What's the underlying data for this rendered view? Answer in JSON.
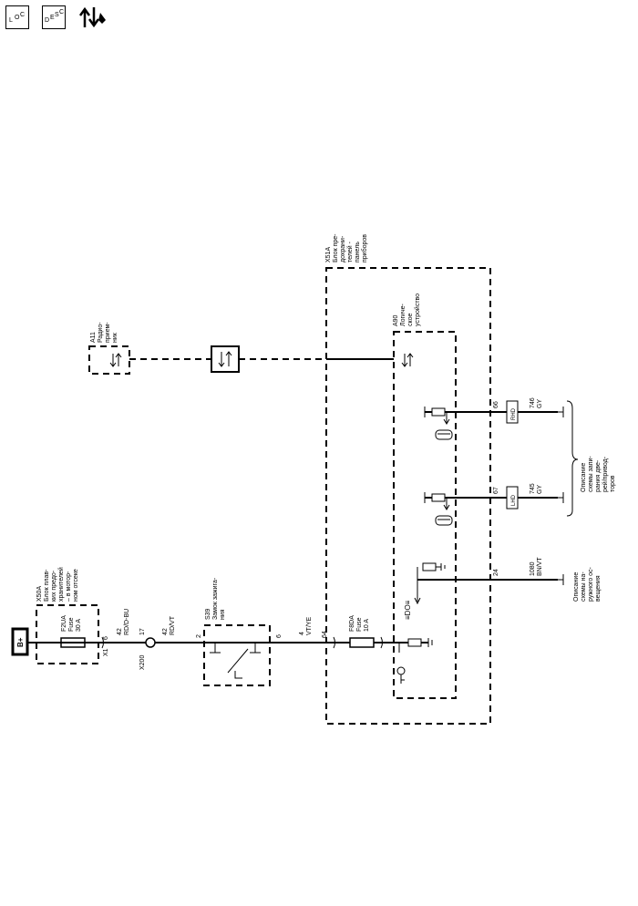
{
  "header": {
    "loc_icon": {
      "l": "L",
      "o": "O",
      "c": "C"
    },
    "desc_icon": {
      "d": "D",
      "e": "E",
      "s": "S",
      "c": "C"
    },
    "data_icon_name": "data-arrows-wrench-icon"
  },
  "components": {
    "bplus": "B+",
    "x50a": [
      "X50A",
      "Блок плав-",
      "ких предо-",
      "хранителей",
      "– в мотор-",
      "ном отсеке"
    ],
    "f2ua": [
      "F2UA",
      "Fuse",
      "30 A"
    ],
    "x1_pin": [
      "X1",
      "6"
    ],
    "a11": [
      "A11",
      "Радио-",
      "прием-",
      "ник"
    ],
    "s39": [
      "S39",
      "Замок зажига-",
      "ния"
    ],
    "s39_pin_in": "2",
    "s39_pin_out": "6",
    "x200": "X200",
    "x200_pin": "17",
    "x51a": [
      "X51A",
      "Блок пре-",
      "дохрани-",
      "телей -",
      "панель",
      "приборов"
    ],
    "a90": [
      "A90",
      "Логиче-",
      "ское",
      "устройство"
    ],
    "f8da": [
      "F8DA",
      "Fuse",
      "10 A"
    ],
    "x51a_pin": "64",
    "pin_66": "66",
    "pin_67": "67",
    "pin_24": "24",
    "rhd": "RHD",
    "lhd": "LHD",
    "door_lock_note": [
      "Описание",
      "схемы запи-",
      "рания две-",
      "рей/привод-",
      "торов"
    ],
    "exterior_light_note": [
      "Описание",
      "схемы на-",
      "ружного ос-",
      "вещения"
    ]
  },
  "wires": {
    "w1": [
      "42",
      "RD/D-BU"
    ],
    "w2": [
      "42",
      "RD/VT"
    ],
    "w3": [
      "4",
      "VT/YE"
    ],
    "w746": [
      "746",
      "GY"
    ],
    "w745": [
      "745",
      "GY"
    ],
    "w1080": [
      "1080",
      "BN/VT"
    ]
  }
}
